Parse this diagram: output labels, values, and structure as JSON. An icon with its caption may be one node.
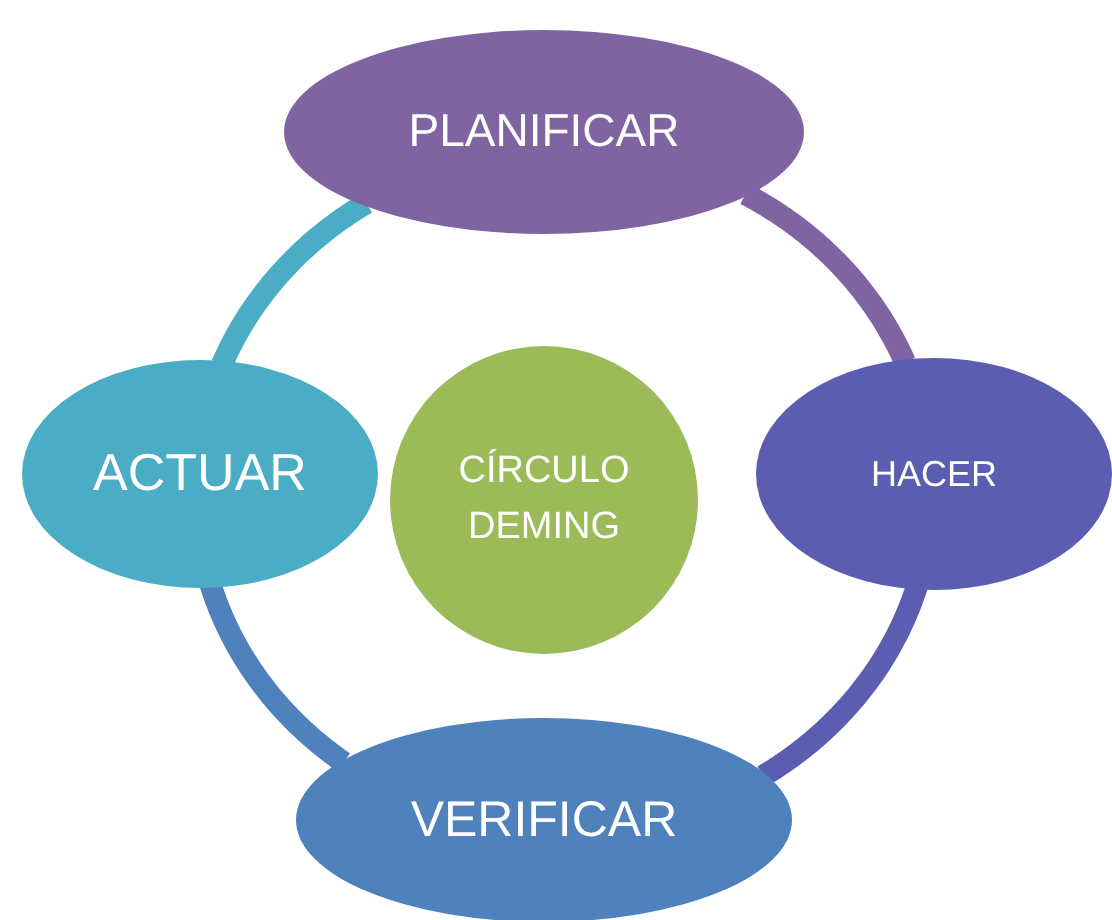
{
  "diagram": {
    "nodes": [
      {
        "text": [
          "PLANIFICAR"
        ]
      },
      {
        "text": [
          "ACTUAR"
        ]
      },
      {
        "text": [
          "CÍRCULO DEMING"
        ]
      },
      {
        "text": [
          "HACER"
        ]
      },
      {
        "text": [
          "VERIFICAR"
        ]
      }
    ],
    "edges": [
      {
        "from": 0,
        "to": 3,
        "arrow": "none",
        "color": "#8064a2"
      },
      {
        "from": 3,
        "to": 4,
        "arrow": "none",
        "color": "#5b5eb0"
      },
      {
        "from": 4,
        "to": 1,
        "arrow": "none",
        "color": "#4f81bd"
      },
      {
        "from": 1,
        "to": 0,
        "arrow": "none",
        "color": "#4bacc6"
      }
    ]
  }
}
